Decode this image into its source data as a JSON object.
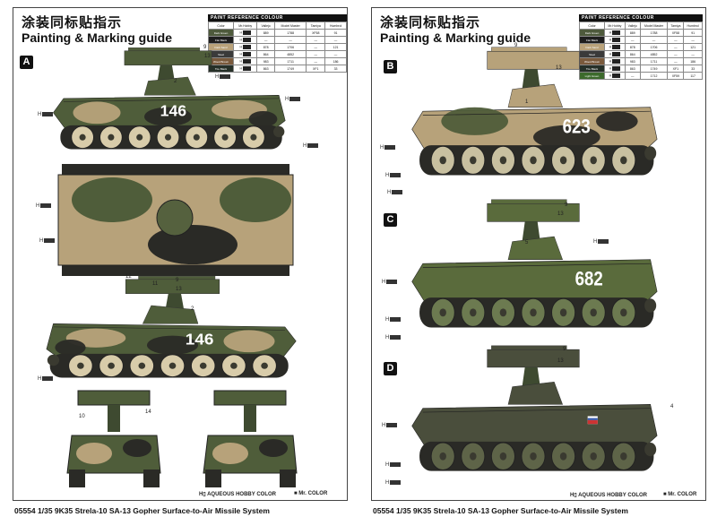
{
  "title_cn": "涂装同标贴指示",
  "title_en": "Painting & Marking guide",
  "footer": "05554 1/35 9K35 Strela-10  SA-13 Gopher Surface-to-Air Missile System",
  "legend": {
    "aqueous": "AQUEOUS HOBBY COLOR",
    "mr_color": "Mr. COLOR",
    "h_mark": "H"
  },
  "table_left": {
    "caption": "PAINT  REFERENCE COLOUR",
    "headers": [
      "Color",
      "Mr.Hobby",
      "Vallejo",
      "Model Master",
      "Tamiya",
      "Humbrol"
    ],
    "rows": [
      {
        "name": "Dark Green",
        "color": "#4e5a3c",
        "vals": [
          "H",
          "889",
          "1788",
          "XF58",
          "91"
        ]
      },
      {
        "name": "Flat Black",
        "color": "#1e1e1e",
        "vals": [
          "H",
          "—",
          "—",
          "—",
          "—"
        ]
      },
      {
        "name": "Dark Sand",
        "color": "#b9a27a",
        "vals": [
          "H",
          "878",
          "1706",
          "—",
          "121"
        ]
      },
      {
        "name": "Steel",
        "color": "#3a3a3a",
        "vals": [
          "H",
          "864",
          "4852",
          "—",
          "—"
        ]
      },
      {
        "name": "Wood Brown",
        "color": "#7a5a3c",
        "vals": [
          "H",
          "983",
          "1711",
          "—",
          "186"
        ]
      },
      {
        "name": "Tire Black",
        "color": "#263028",
        "vals": [
          "H",
          "863",
          "1749",
          "XF1",
          "33"
        ]
      }
    ]
  },
  "table_right": {
    "caption": "PAINT  REFERENCE COLOUR",
    "headers": [
      "Color",
      "Mr.Hobby",
      "Vallejo",
      "Model Master",
      "Tamiya",
      "Humbrol"
    ],
    "rows": [
      {
        "name": "Dark Green",
        "color": "#4e5a3c",
        "vals": [
          "H",
          "889",
          "1788",
          "XF58",
          "91"
        ]
      },
      {
        "name": "Flat Black",
        "color": "#1e1e1e",
        "vals": [
          "H",
          "—",
          "—",
          "—",
          "—"
        ]
      },
      {
        "name": "Dark Sand",
        "color": "#b9a27a",
        "vals": [
          "H",
          "878",
          "1706",
          "—",
          "121"
        ]
      },
      {
        "name": "Steel",
        "color": "#3a3a3a",
        "vals": [
          "H",
          "864",
          "4852",
          "—",
          "—"
        ]
      },
      {
        "name": "Wood Brown",
        "color": "#7a5a3c",
        "vals": [
          "H",
          "983",
          "1711",
          "—",
          "186"
        ]
      },
      {
        "name": "Tire Black",
        "color": "#263028",
        "vals": [
          "H",
          "863",
          "1749",
          "XF1",
          "33"
        ]
      },
      {
        "name": "Light Green",
        "color": "#3c6a2c",
        "vals": [
          "H",
          "—",
          "1712",
          "XF59",
          "117"
        ]
      }
    ]
  },
  "schemes": {
    "A": {
      "label": "A",
      "number": "146"
    },
    "B": {
      "label": "B",
      "number": "623"
    },
    "C": {
      "label": "C",
      "number": "682"
    },
    "D": {
      "label": "D",
      "number": ""
    }
  },
  "callouts": {
    "n9": "9",
    "n13": "13",
    "n2": "2",
    "n1": "1",
    "n5": "5",
    "n4": "4",
    "n12": "12",
    "n11": "11",
    "n10": "10",
    "n14": "14"
  },
  "colors": {
    "green": "#4f5d3a",
    "sand": "#b7a27a",
    "black": "#2a2a26",
    "bright_green": "#5a6b3c"
  }
}
